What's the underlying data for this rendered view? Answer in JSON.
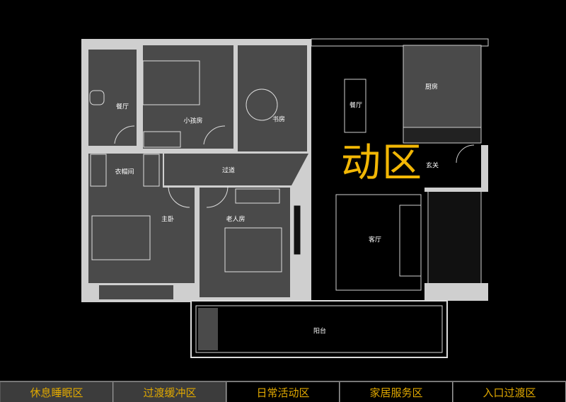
{
  "rooms": {
    "bath": "餐厅",
    "child": "小孩房",
    "study": "书房",
    "closet": "衣帽间",
    "corridor": "过道",
    "master": "主卧",
    "elder": "老人房",
    "dining": "餐厅",
    "kitchen": "厨房",
    "foyer": "玄关",
    "living": "客厅",
    "balcony": "阳台"
  },
  "zone_title": "动区",
  "legend": [
    {
      "label": "休息睡眠区",
      "active": true
    },
    {
      "label": "过渡缓冲区",
      "active": true
    },
    {
      "label": "日常活动区",
      "active": false
    },
    {
      "label": "家居服务区",
      "active": false
    },
    {
      "label": "入口过渡区",
      "active": false
    }
  ],
  "colors": {
    "zone_text": "#f2b705",
    "room_fill": "#4a4a4a",
    "wall": "#cfcfcf"
  }
}
